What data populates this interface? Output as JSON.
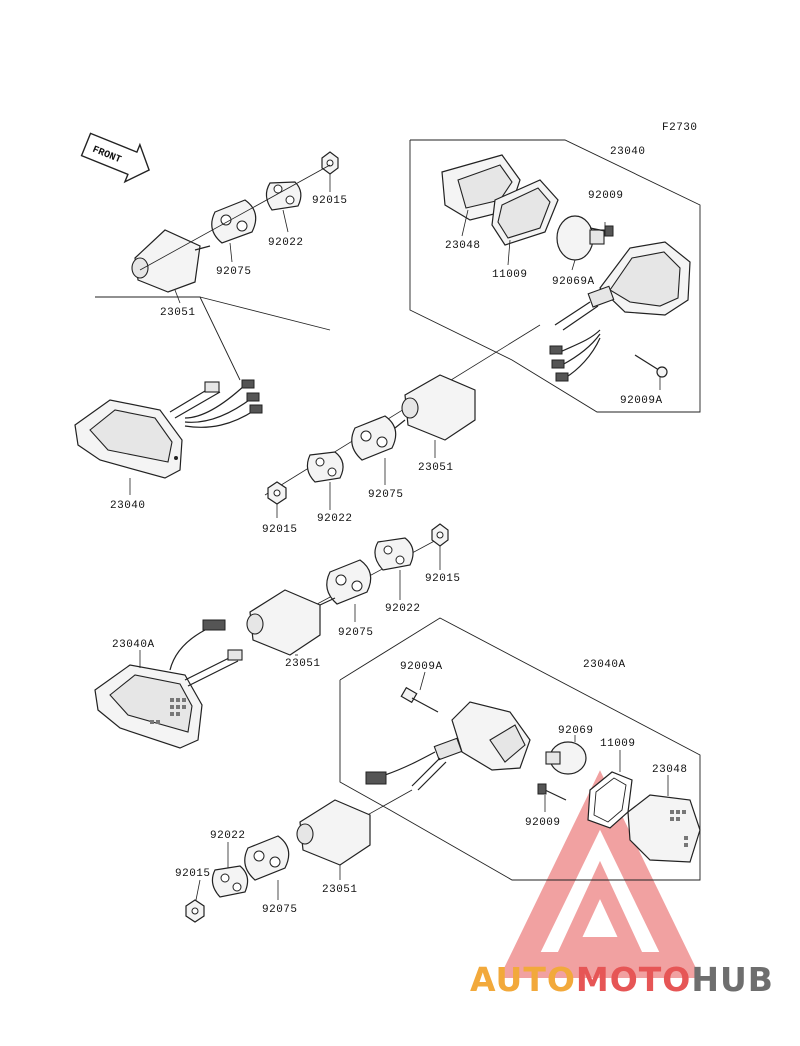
{
  "figure_code": "F2730",
  "front_label": "FRONT",
  "watermark": {
    "part1": "AUTO",
    "part2": "MOTO",
    "part3": "HUB",
    "color1": "#f2a93b",
    "color2": "#e65656",
    "color3": "#6e6e6e"
  },
  "callouts": [
    {
      "id": "c1",
      "text": "92015"
    },
    {
      "id": "c2",
      "text": "92022"
    },
    {
      "id": "c3",
      "text": "92075"
    },
    {
      "id": "c4",
      "text": "23051"
    },
    {
      "id": "c5",
      "text": "23040"
    },
    {
      "id": "c6",
      "text": "23040"
    },
    {
      "id": "c7",
      "text": "92009"
    },
    {
      "id": "c8",
      "text": "23048"
    },
    {
      "id": "c9",
      "text": "11009"
    },
    {
      "id": "c10",
      "text": "92069A"
    },
    {
      "id": "c11",
      "text": "92009A"
    },
    {
      "id": "c12",
      "text": "23051"
    },
    {
      "id": "c13",
      "text": "92075"
    },
    {
      "id": "c14",
      "text": "92022"
    },
    {
      "id": "c15",
      "text": "92015"
    },
    {
      "id": "c16",
      "text": "92015"
    },
    {
      "id": "c17",
      "text": "92022"
    },
    {
      "id": "c18",
      "text": "92075"
    },
    {
      "id": "c19",
      "text": "23051"
    },
    {
      "id": "c20",
      "text": "23040A"
    },
    {
      "id": "c21",
      "text": "23040A"
    },
    {
      "id": "c22",
      "text": "92009A"
    },
    {
      "id": "c23",
      "text": "92069"
    },
    {
      "id": "c24",
      "text": "11009"
    },
    {
      "id": "c25",
      "text": "23048"
    },
    {
      "id": "c26",
      "text": "92009"
    },
    {
      "id": "c27",
      "text": "92022"
    },
    {
      "id": "c28",
      "text": "92015"
    },
    {
      "id": "c29",
      "text": "92075"
    },
    {
      "id": "c30",
      "text": "23051"
    }
  ]
}
